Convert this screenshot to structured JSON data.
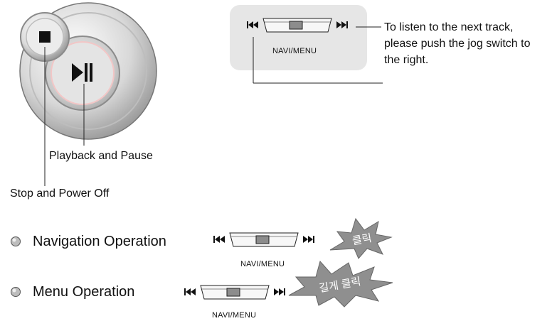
{
  "callouts": {
    "playback": "Playback and Pause",
    "stop": "Stop and Power Off",
    "next_track_line1": "To listen to the next track,",
    "next_track_line2": "please push the jog switch to",
    "next_track_line3": "the right."
  },
  "switch_label": "NAVI/MENU",
  "operations": [
    {
      "label": "Navigation Operation",
      "burst_text": "클릭"
    },
    {
      "label": "Menu Operation",
      "burst_text": "길게 클릭"
    }
  ],
  "icons": {
    "stop": "stop-icon",
    "play_pause": "play-pause-icon",
    "prev": "previous-track-icon",
    "next": "next-track-icon",
    "bullet": "bullet-icon",
    "burst": "starburst-icon"
  },
  "colors": {
    "panel_bg": "#e6e6e6",
    "line": "#222222",
    "button_face": "#d4d4d4",
    "accent_ring": "#f3c9c9"
  }
}
